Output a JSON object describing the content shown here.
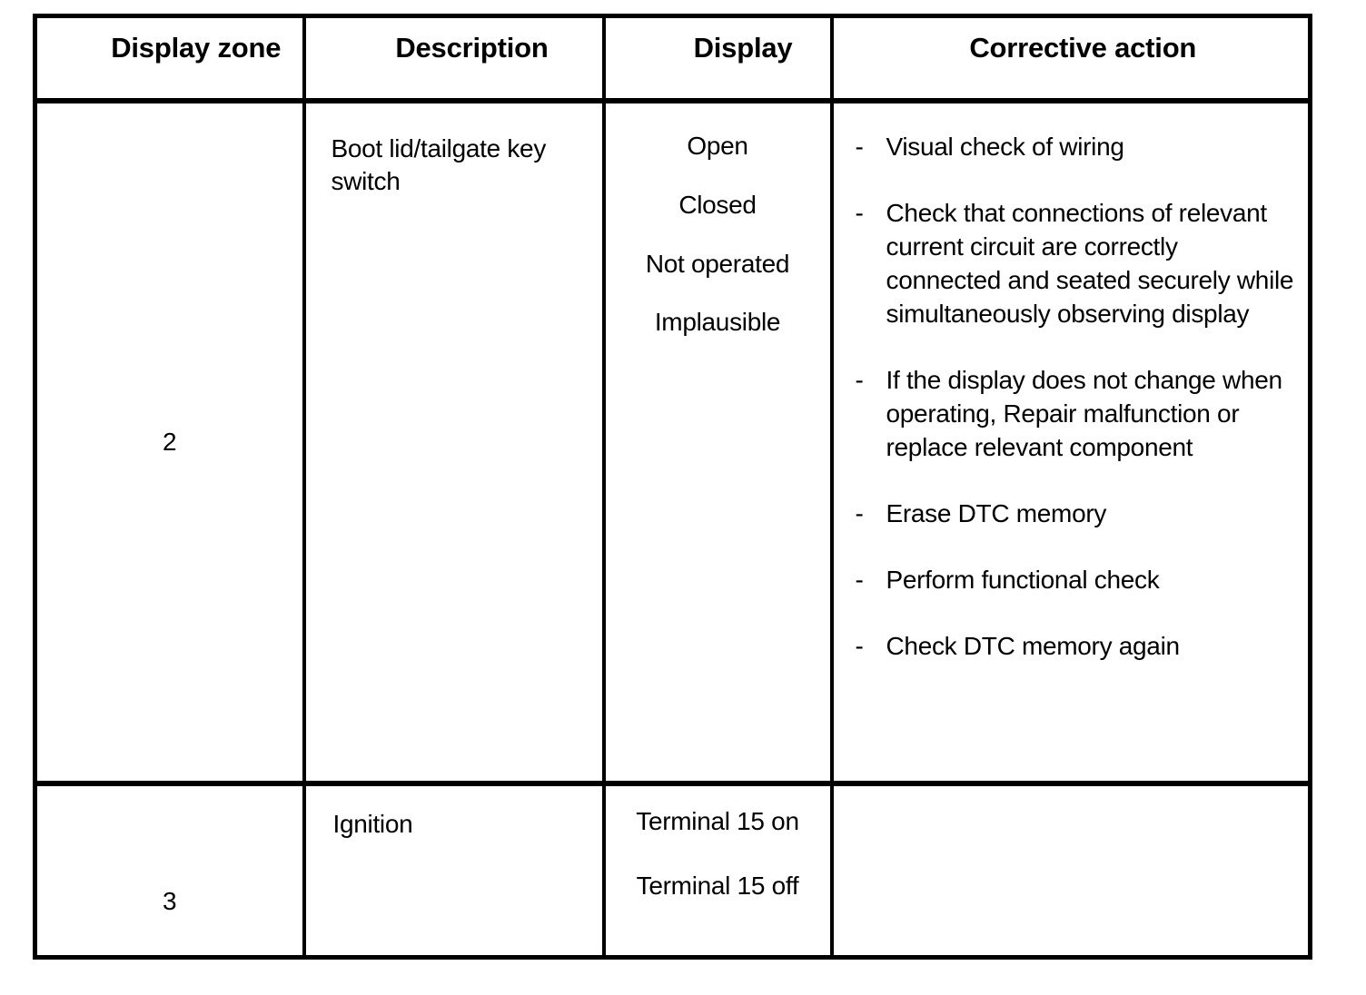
{
  "table": {
    "columns": [
      {
        "key": "zone",
        "label": "Display zone"
      },
      {
        "key": "description",
        "label": "Description"
      },
      {
        "key": "display",
        "label": "Display"
      },
      {
        "key": "corrective",
        "label": "Corrective action"
      }
    ],
    "rows": [
      {
        "zone": "2",
        "description": "Boot lid/tailgate key switch",
        "display": [
          "Open",
          "Closed",
          "Not operated",
          "Implausible"
        ],
        "corrective_bullet": "-",
        "corrective": [
          "Visual check of wiring",
          "Check that connections of relevant current circuit are correctly connected and seated securely while simultaneously observing display",
          "If the display does not change when operating, Repair malfunction or replace relevant component",
          "Erase DTC memory",
          "Perform functional check",
          "Check DTC memory again"
        ]
      },
      {
        "zone": "3",
        "description": "Ignition",
        "display": [
          "Terminal 15 on",
          "Terminal 15 off"
        ],
        "corrective_bullet": "-",
        "corrective": []
      }
    ]
  },
  "style": {
    "border_color": "#000000",
    "text_color": "#000000",
    "background": "#ffffff"
  }
}
